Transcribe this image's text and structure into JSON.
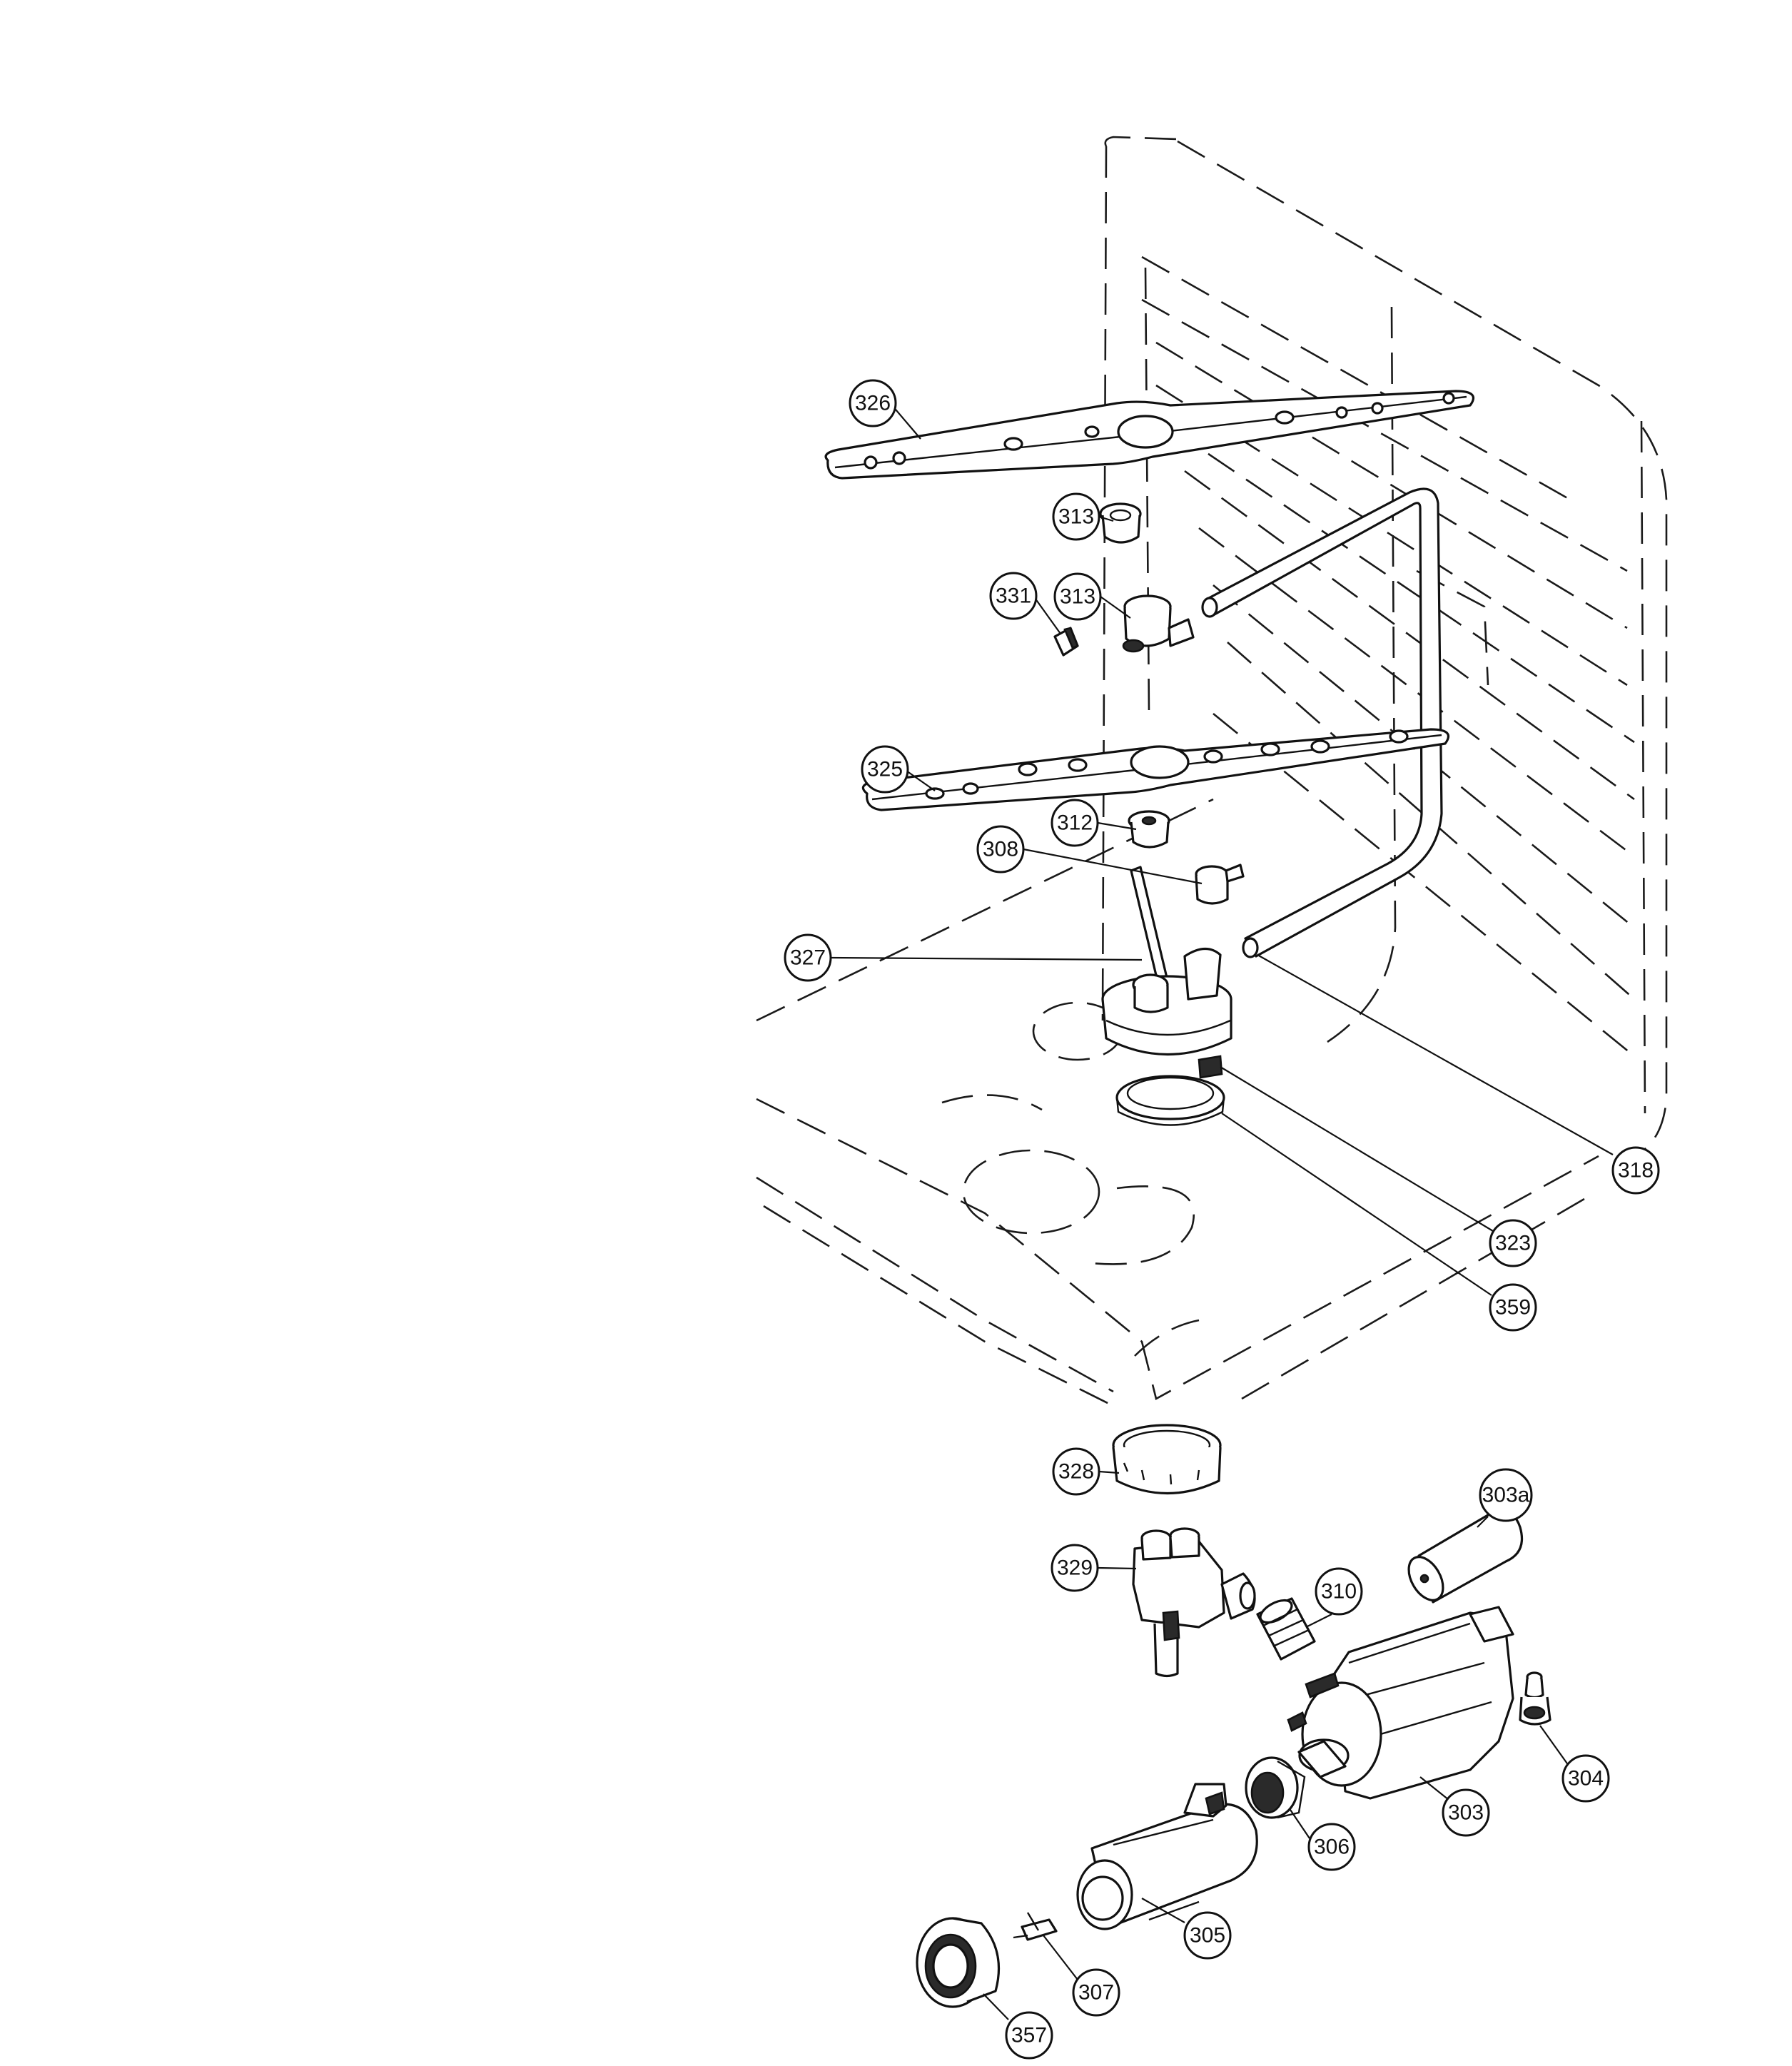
{
  "callouts": [
    {
      "id": "326",
      "label": "326"
    },
    {
      "id": "313a",
      "label": "313"
    },
    {
      "id": "331",
      "label": "331"
    },
    {
      "id": "313b",
      "label": "313"
    },
    {
      "id": "325",
      "label": "325"
    },
    {
      "id": "312",
      "label": "312"
    },
    {
      "id": "308",
      "label": "308"
    },
    {
      "id": "327",
      "label": "327"
    },
    {
      "id": "318",
      "label": "318"
    },
    {
      "id": "323",
      "label": "323"
    },
    {
      "id": "359",
      "label": "359"
    },
    {
      "id": "328",
      "label": "328"
    },
    {
      "id": "303a",
      "label": "303a"
    },
    {
      "id": "329",
      "label": "329"
    },
    {
      "id": "310",
      "label": "310"
    },
    {
      "id": "304",
      "label": "304"
    },
    {
      "id": "303",
      "label": "303"
    },
    {
      "id": "306",
      "label": "306"
    },
    {
      "id": "305",
      "label": "305"
    },
    {
      "id": "307",
      "label": "307"
    },
    {
      "id": "357",
      "label": "357"
    }
  ]
}
